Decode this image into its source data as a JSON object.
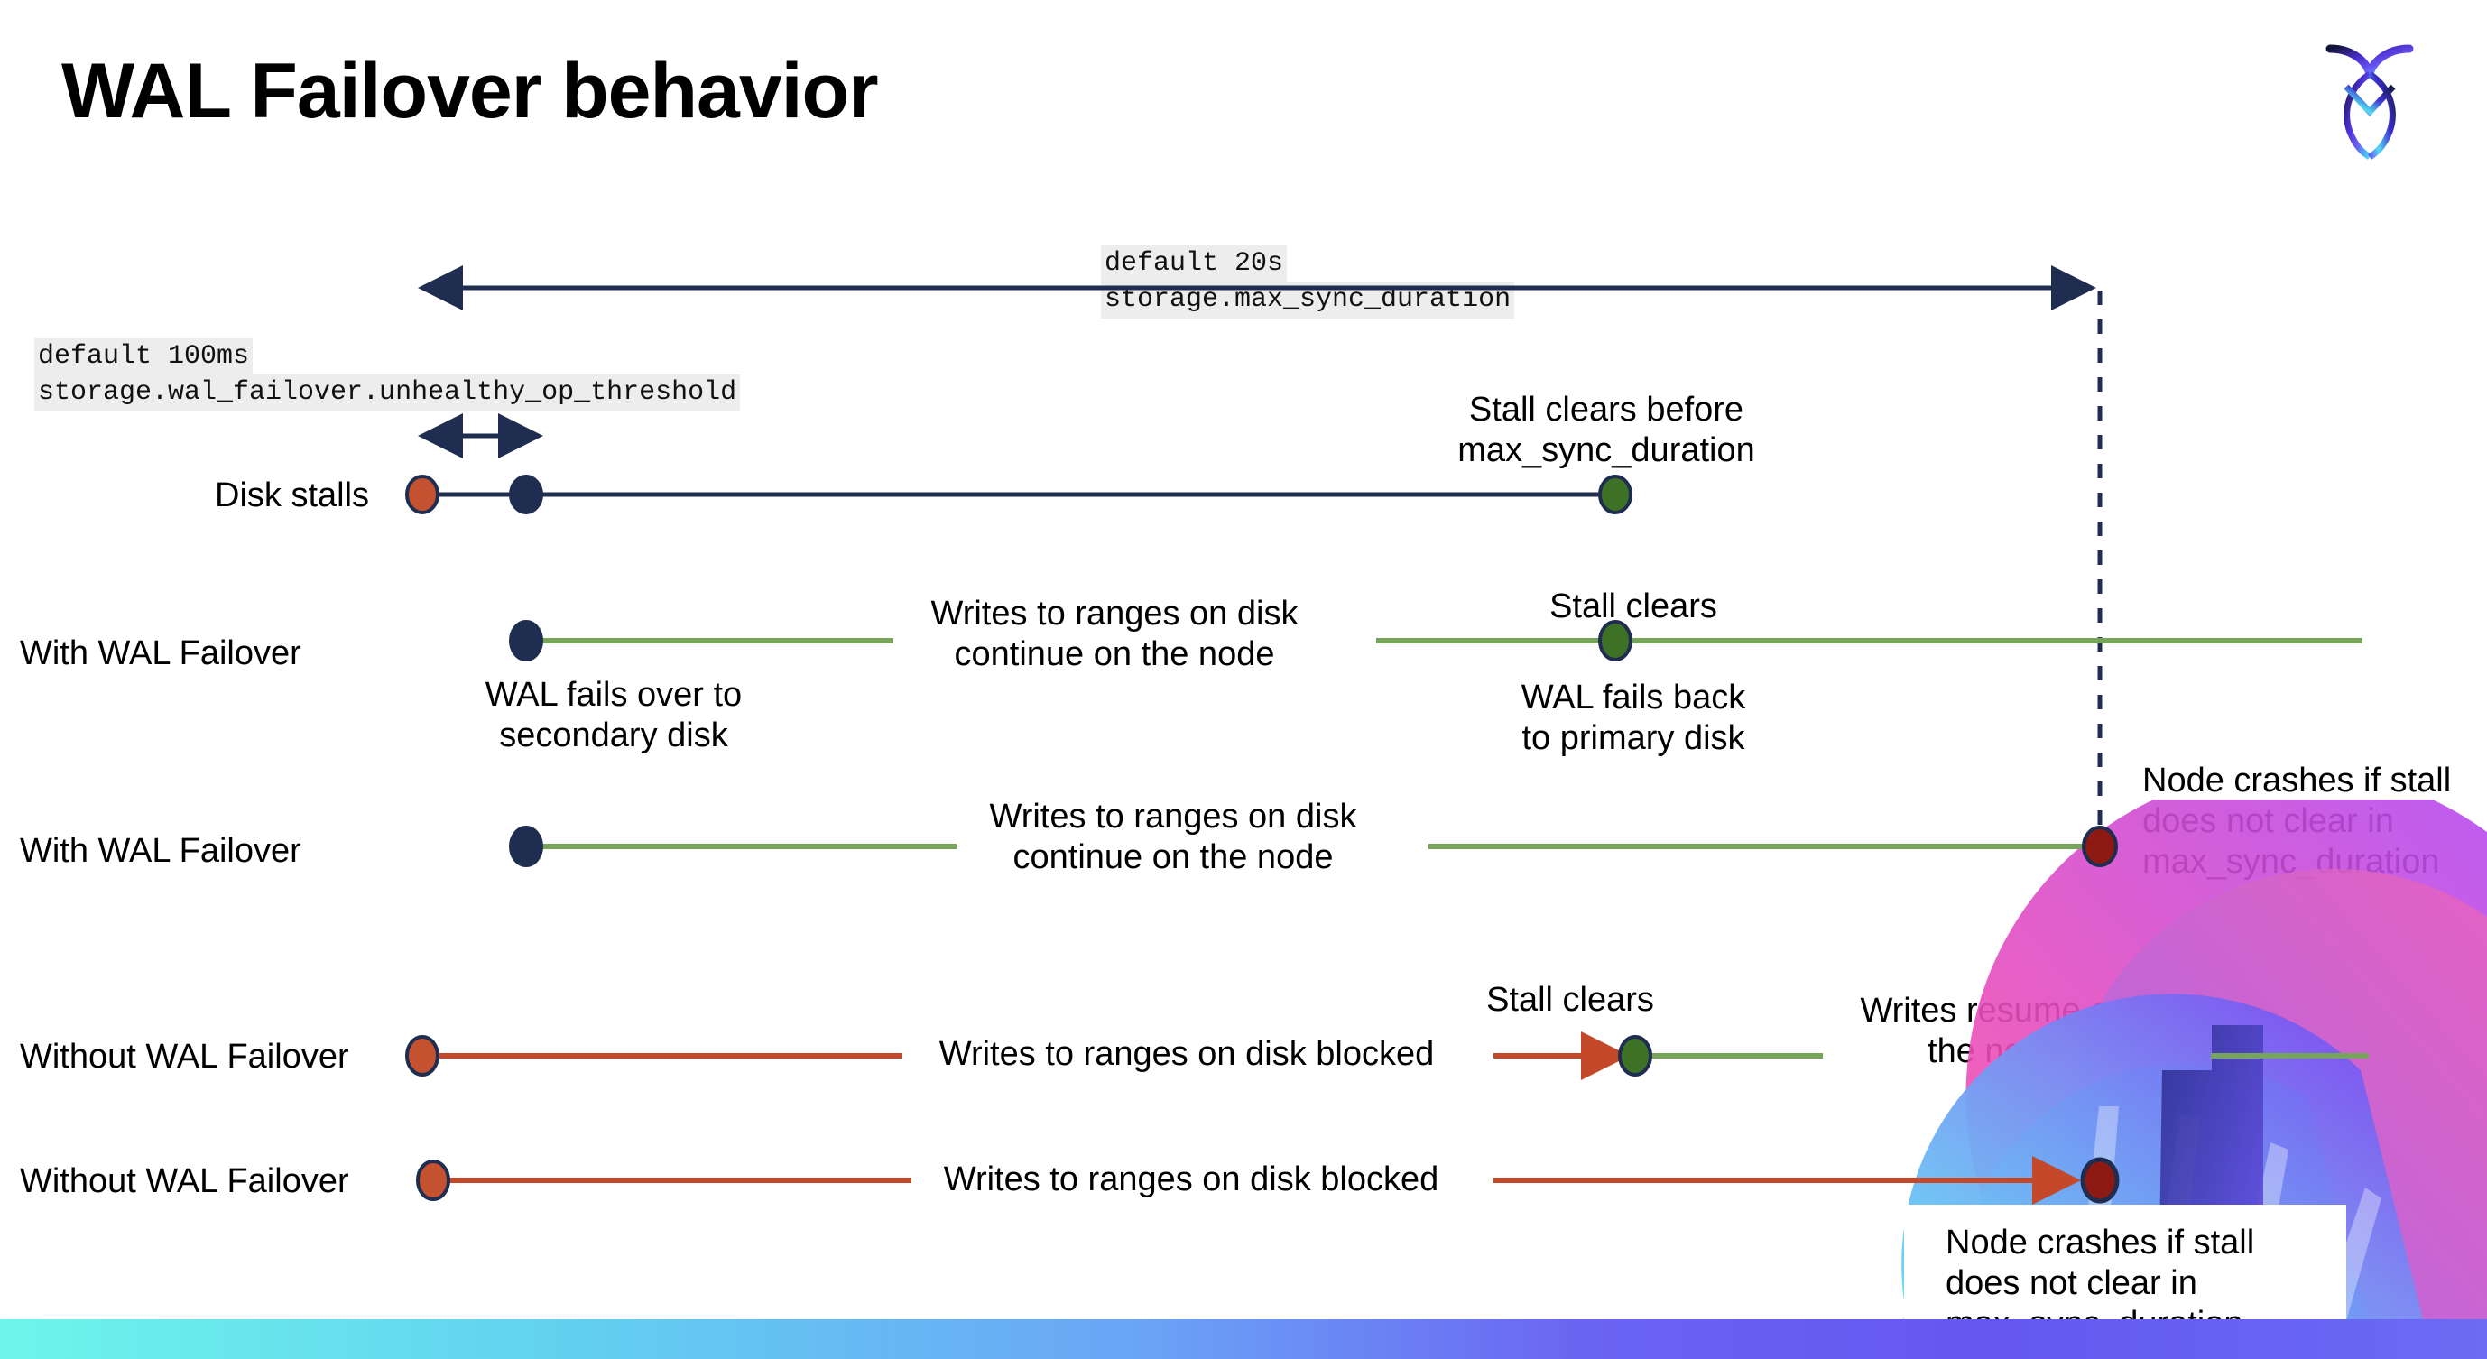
{
  "slide": {
    "title": "WAL Failover behavior",
    "logo_name": "cockroachdb-logo",
    "background": "#ffffff",
    "bottom_bar_gradient": [
      "#6df5ea",
      "#6aa4f6",
      "#6b6bf5"
    ]
  },
  "colors": {
    "navy": "#1f2d50",
    "green_line": "#76a55a",
    "green_dot": "#3d7226",
    "orange": "#c4492a",
    "orange_dot": "#c4512f",
    "dark_red_dot": "#8c1a13",
    "code_bg": "#ededed"
  },
  "settings": [
    {
      "id": "max-sync-duration",
      "default_label": "default 20s",
      "name": "storage.max_sync_duration"
    },
    {
      "id": "unhealthy-op-threshold",
      "default_label": "default 100ms",
      "name": "storage.wal_failover.unhealthy_op_threshold"
    }
  ],
  "rows": [
    {
      "id": "disk-stalls",
      "label": "Disk stalls",
      "annotations": [
        {
          "id": "stall-clears-before",
          "text": "Stall clears before\nmax_sync_duration"
        }
      ]
    },
    {
      "id": "with-wal-failover-1",
      "label": "With WAL Failover",
      "annotations": [
        {
          "id": "wal-fails-over",
          "text": "WAL fails over to\nsecondary disk"
        },
        {
          "id": "writes-continue-1",
          "text": "Writes to ranges on disk\ncontinue on the node"
        },
        {
          "id": "stall-clears-1",
          "text": "Stall clears"
        },
        {
          "id": "wal-fails-back",
          "text": "WAL fails  back\nto primary disk"
        }
      ]
    },
    {
      "id": "with-wal-failover-2",
      "label": "With WAL Failover",
      "annotations": [
        {
          "id": "writes-continue-2",
          "text": "Writes to ranges on disk\ncontinue on the node"
        },
        {
          "id": "node-crashes-1",
          "text": "Node crashes if stall\ndoes not clear in\nmax_sync_duration"
        }
      ]
    },
    {
      "id": "without-wal-failover-1",
      "label": "Without WAL Failover",
      "annotations": [
        {
          "id": "writes-blocked-1",
          "text": "Writes to ranges on disk  blocked"
        },
        {
          "id": "stall-clears-2",
          "text": "Stall clears"
        },
        {
          "id": "writes-resume",
          "text": "Writes resume on\nthe node"
        }
      ]
    },
    {
      "id": "without-wal-failover-2",
      "label": "Without WAL Failover",
      "annotations": [
        {
          "id": "writes-blocked-2",
          "text": "Writes to ranges on disk  blocked"
        },
        {
          "id": "node-crashes-2",
          "text": "Node crashes if stall\ndoes not clear in\nmax_sync_duration"
        }
      ]
    }
  ],
  "text": {
    "title": "WAL Failover behavior",
    "code_max_sync_default": "default 20s",
    "code_max_sync_name": "storage.max_sync_duration",
    "code_unhealthy_default": "default 100ms",
    "code_unhealthy_name": "storage.wal_failover.unhealthy_op_threshold",
    "row1_label": "Disk stalls",
    "row2_label": "With WAL Failover",
    "row3_label": "With WAL Failover",
    "row4_label": "Without WAL Failover",
    "row5_label": "Without WAL Failover",
    "ann_stall_clears_before_l1": "Stall clears before",
    "ann_stall_clears_before_l2": "max_sync_duration",
    "ann_wal_fails_over_l1": "WAL fails over to",
    "ann_wal_fails_over_l2": "secondary disk",
    "ann_writes_continue_l1": "Writes to ranges on disk",
    "ann_writes_continue_l2": "continue on the node",
    "ann_stall_clears": "Stall clears",
    "ann_wal_fails_back_l1": "WAL fails  back",
    "ann_wal_fails_back_l2": "to primary disk",
    "ann_writes_continue2_l1": "Writes to ranges on disk",
    "ann_writes_continue2_l2": "continue on the node",
    "ann_node_crashes_l1": "Node crashes if stall",
    "ann_node_crashes_l2": "does not clear in",
    "ann_node_crashes_l3": "max_sync_duration",
    "ann_writes_blocked": "Writes to ranges on disk  blocked",
    "ann_stall_clears2": "Stall clears",
    "ann_writes_resume_l1": "Writes resume on",
    "ann_writes_resume_l2": "the node",
    "ann_writes_blocked2": "Writes to ranges on disk  blocked",
    "ann_node_crashes2_l1": "Node crashes if stall",
    "ann_node_crashes2_l2": "does not clear in",
    "ann_node_crashes2_l3": "max_sync_duration"
  }
}
